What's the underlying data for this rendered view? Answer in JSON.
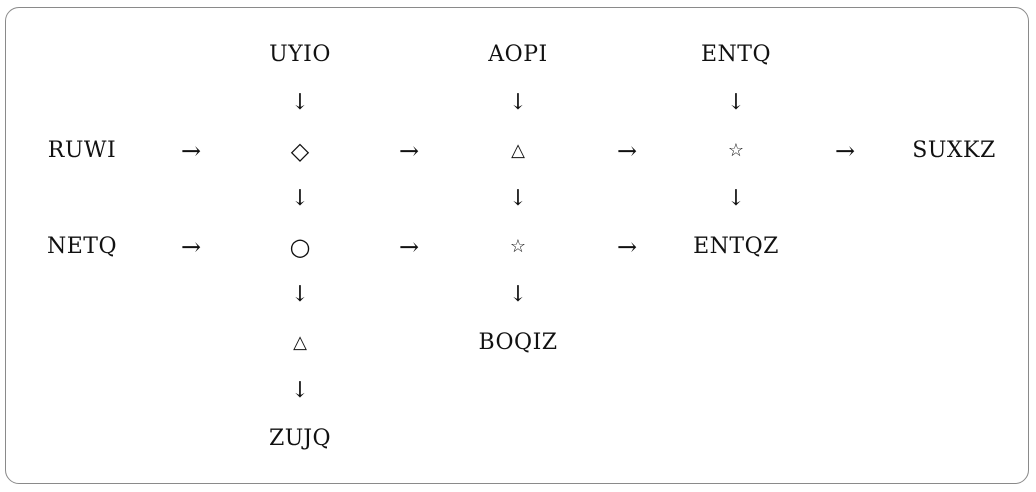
{
  "labels": {
    "uyio": "UYIO",
    "aopi": "AOPI",
    "entq": "ENTQ",
    "ruwi": "RUWI",
    "suxkz": "SUXKZ",
    "netq": "NETQ",
    "entqz": "ENTQZ",
    "boqiz": "BOQIZ",
    "zujq": "ZUJQ"
  },
  "symbols": {
    "diamond": "◇",
    "triangle": "△",
    "star": "☆",
    "circle": "○"
  },
  "arrows": {
    "right": "→",
    "down": "↓"
  }
}
